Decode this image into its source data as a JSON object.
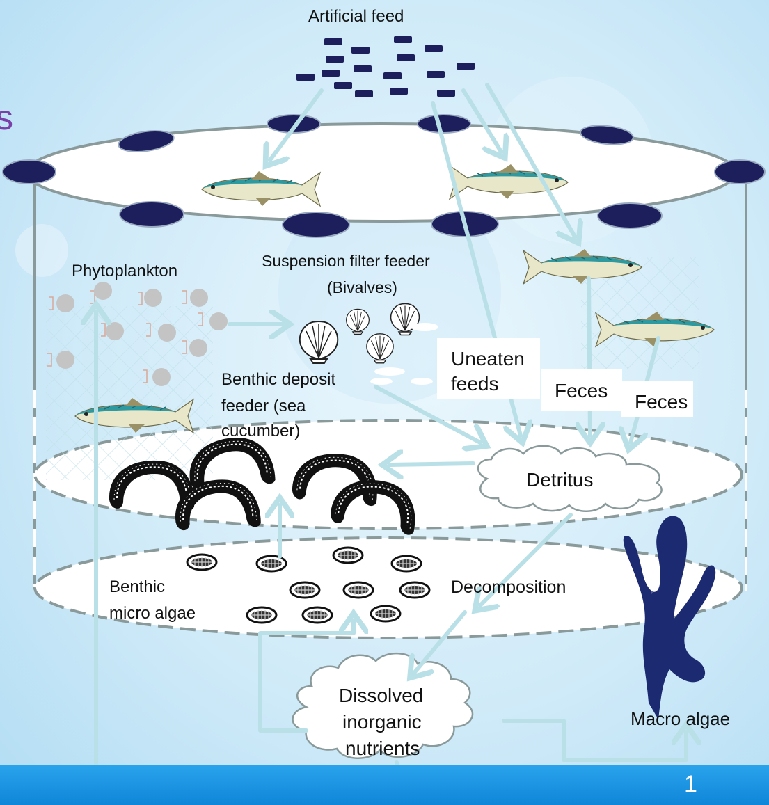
{
  "labels": {
    "artificial_feed": "Artificial feed",
    "phytoplankton": "Phytoplankton",
    "suspension_filter_feeder": "Suspension filter feeder",
    "bivalves": "(Bivalves)",
    "uneaten": "Uneaten",
    "feeds": "feeds",
    "feces_1": "Feces",
    "feces_2": "Feces",
    "benthic_deposit_1": "Benthic deposit",
    "benthic_deposit_2": "feeder (sea",
    "benthic_deposit_3": "cucumber)",
    "detritus": "Detritus",
    "benthic_micro_1": "Benthic",
    "benthic_micro_2": "micro algae",
    "decomposition": "Decomposition",
    "dissolved_1": "Dissolved",
    "dissolved_2": "inorganic",
    "dissolved_3": "nutrients",
    "macro_algae": "Macro algae"
  },
  "edge_glyph": "s",
  "slide_number": "1",
  "colors": {
    "background": "#d8effa",
    "arrow": "#b9e0e6",
    "float": "#1c1f5c",
    "rope": "#8a9a9a",
    "seaweed": "#1c2a72",
    "fish_back": "#2e9aa0",
    "fish_belly": "#e8e7c9",
    "footer_bar": "#1a94e4",
    "edge_glyph": "#7a3fa8"
  }
}
